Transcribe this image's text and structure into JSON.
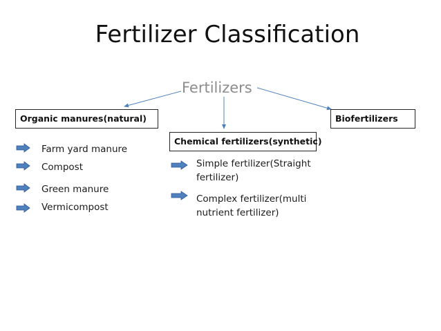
{
  "title": "Fertilizer Classification",
  "root": "Fertilizers",
  "categories": {
    "organic": {
      "label": "Organic manures(natural)",
      "items": [
        "Farm yard manure",
        "Compost",
        "Green manure",
        "Vermicompost"
      ]
    },
    "chemical": {
      "label": "Chemical fertilizers(synthetic)",
      "items": [
        "Simple fertilizer(Straight fertilizer)",
        "Complex fertilizer(multi nutrient fertilizer)"
      ]
    },
    "bio": {
      "label": "Biofertilizers"
    }
  },
  "colors": {
    "arrow_line": "#4f81bd",
    "bullet_fill": "#4f81bd",
    "bullet_stroke": "#2f5597",
    "root_text": "#8c8c8c"
  },
  "icons": {
    "bullet": "right-arrow-icon"
  }
}
